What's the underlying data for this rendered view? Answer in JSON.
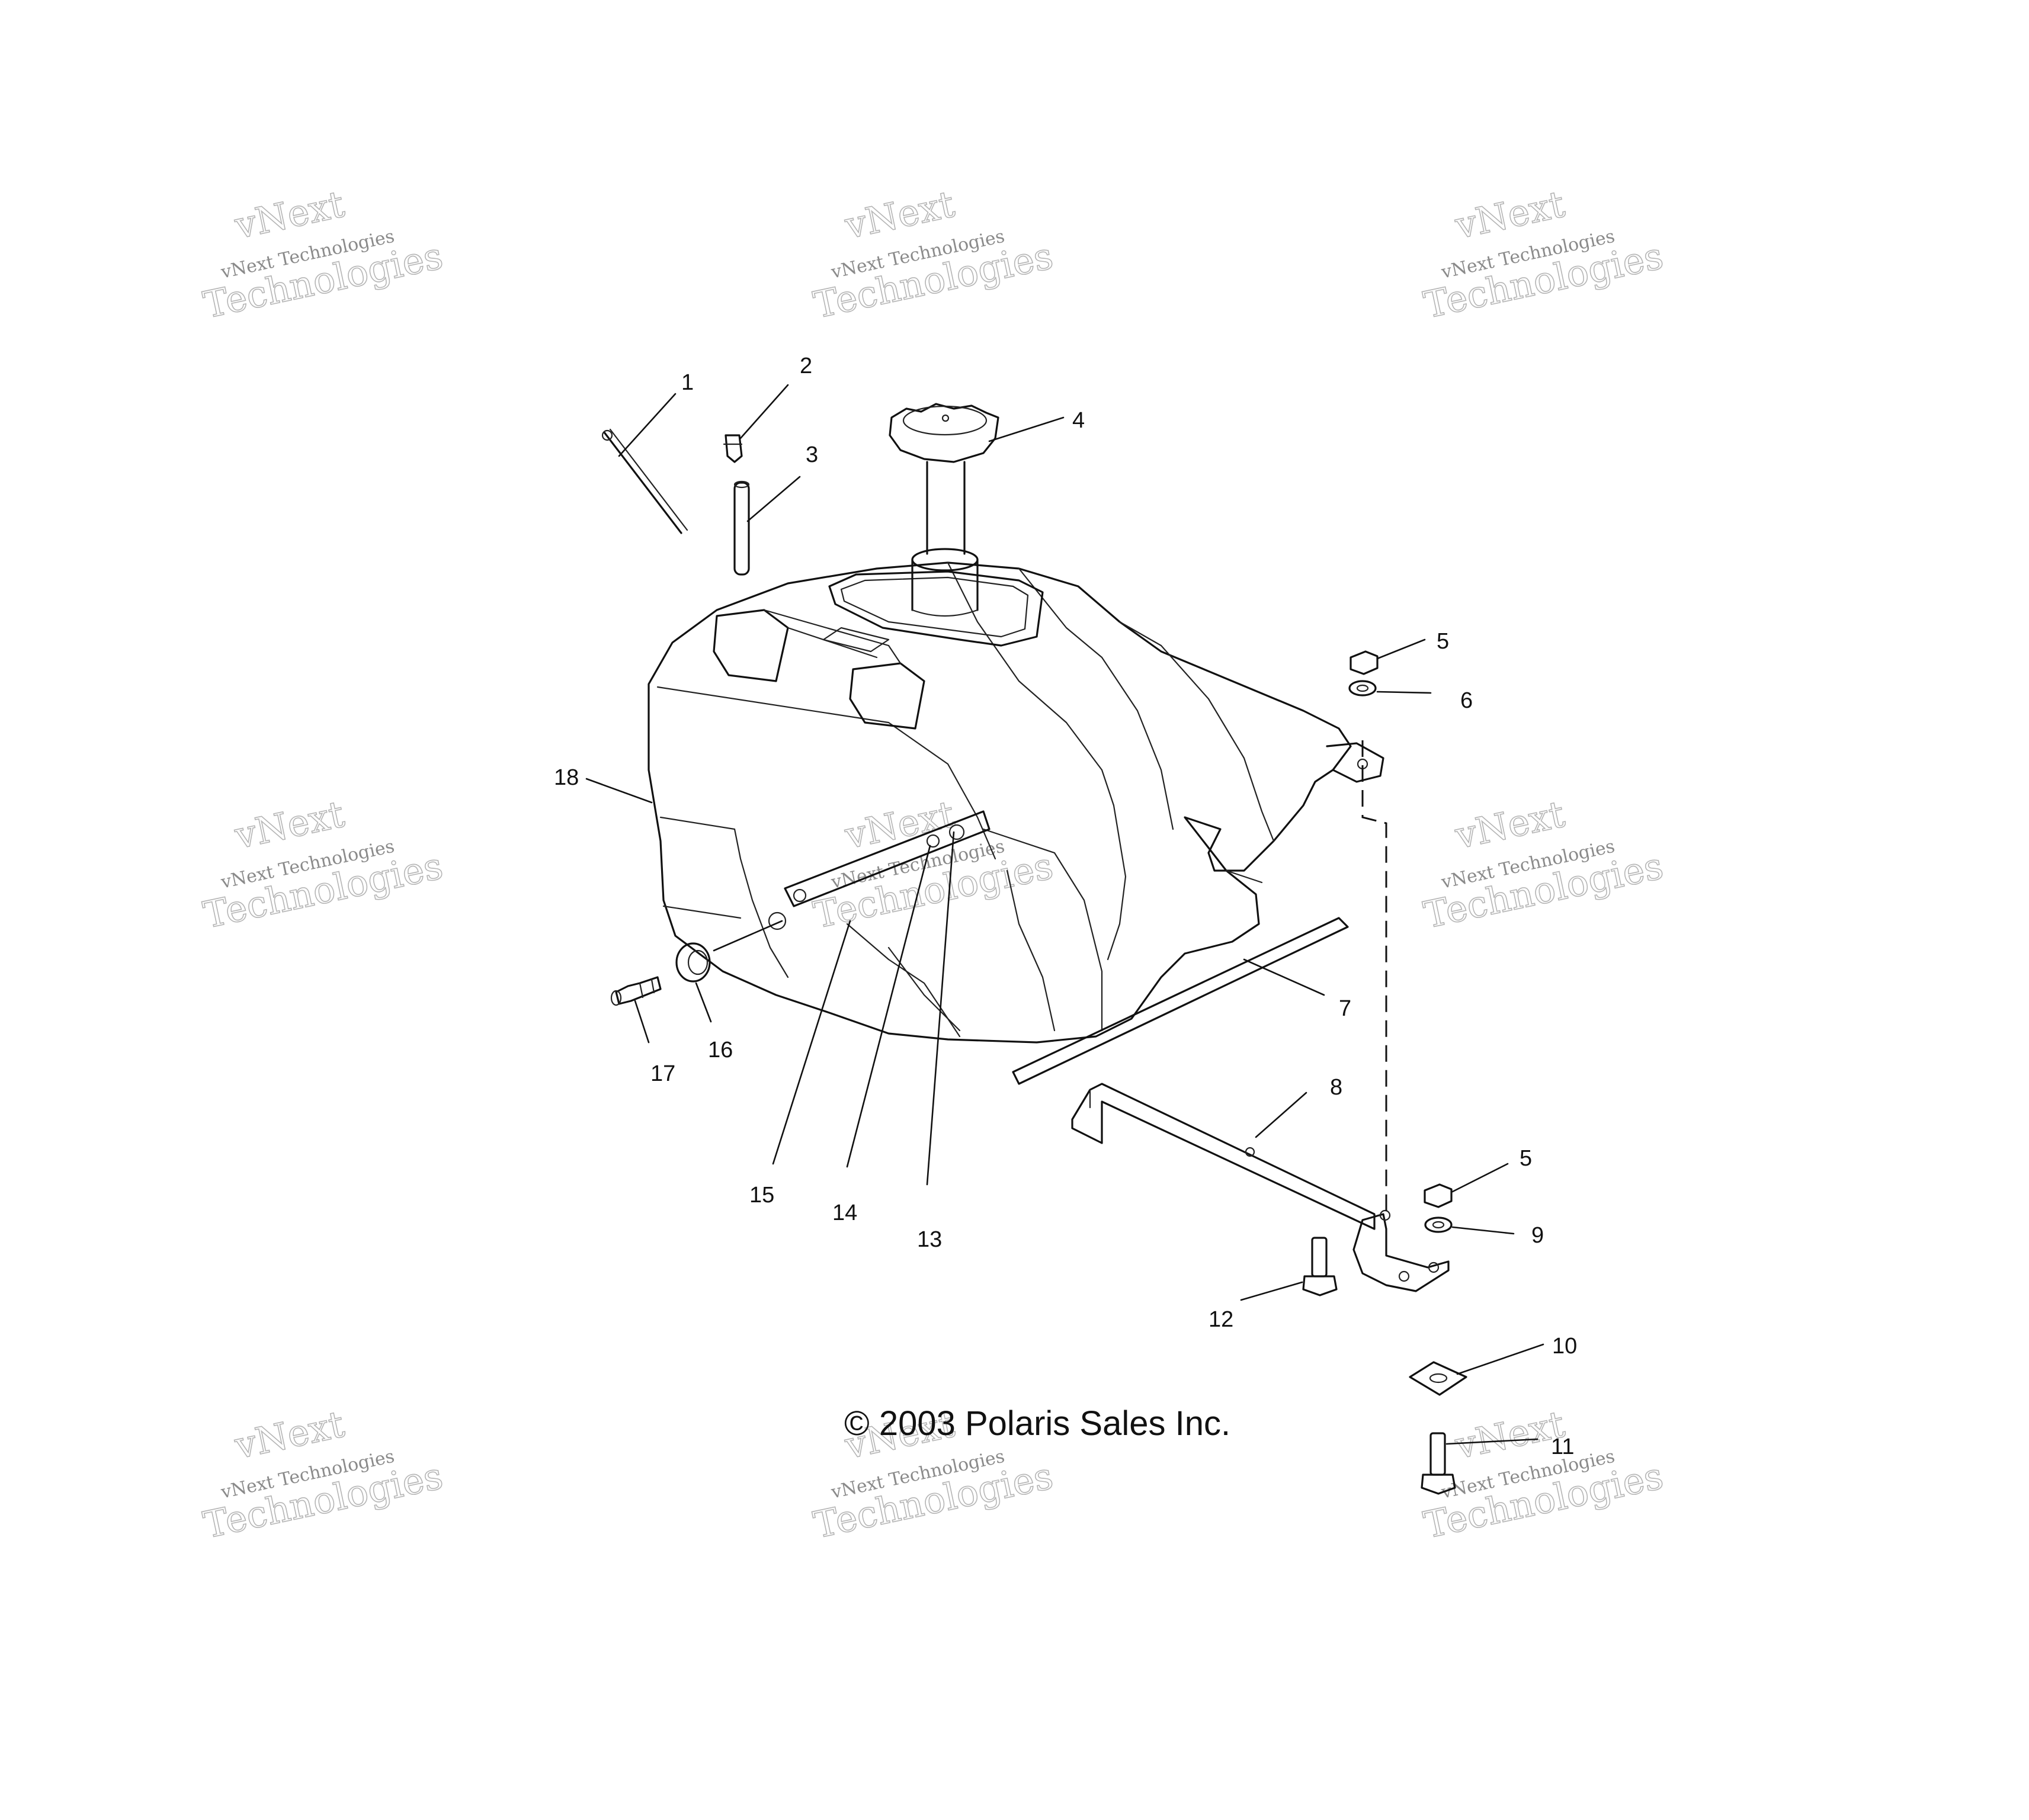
{
  "callouts": [
    {
      "num": "1"
    },
    {
      "num": "2"
    },
    {
      "num": "3"
    },
    {
      "num": "4"
    },
    {
      "num": "5"
    },
    {
      "num": "6"
    },
    {
      "num": "7"
    },
    {
      "num": "8"
    },
    {
      "num": "5"
    },
    {
      "num": "9"
    },
    {
      "num": "10"
    },
    {
      "num": "11"
    },
    {
      "num": "12"
    },
    {
      "num": "13"
    },
    {
      "num": "14"
    },
    {
      "num": "15"
    },
    {
      "num": "16"
    },
    {
      "num": "17"
    },
    {
      "num": "18"
    }
  ],
  "copyright": "© 2003 Polaris Sales Inc.",
  "watermark": {
    "line1": "vNext Technologies",
    "line2": "vNext",
    "line3": "Technologies"
  },
  "colors": {
    "ink": "#111111",
    "watermark": "#b5b5b5",
    "background": "#ffffff"
  }
}
